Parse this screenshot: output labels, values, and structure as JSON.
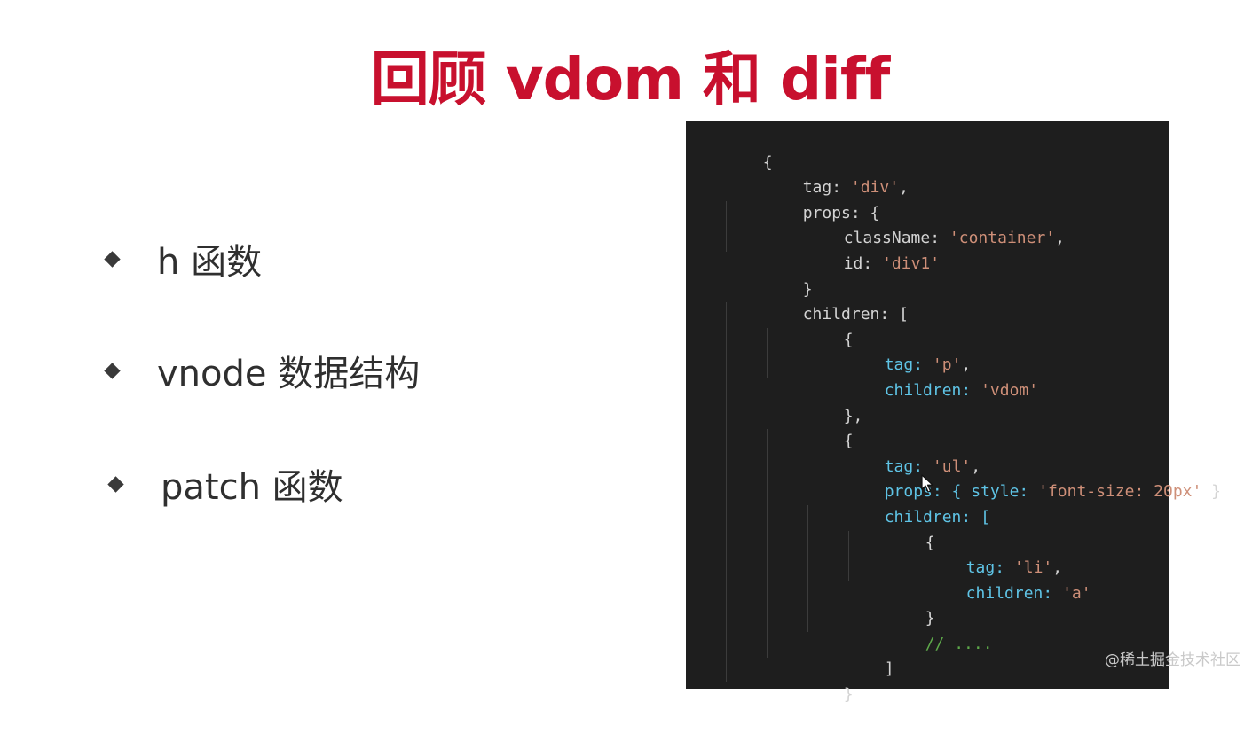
{
  "slide": {
    "title": "回顾 vdom 和 diff",
    "bullets": [
      {
        "text": "h 函数",
        "icon": "diamond-bullet-icon"
      },
      {
        "text": "vnode 数据结构",
        "icon": "diamond-bullet-icon"
      },
      {
        "text": "patch 函数",
        "icon": "diamond-bullet-icon"
      }
    ],
    "watermark": "@稀土掘金技术社区"
  },
  "code": {
    "lines": [
      [
        "{"
      ],
      [
        "tag: ",
        "'div'",
        ","
      ],
      [
        "props: {"
      ],
      [
        "className: ",
        "'container'",
        ","
      ],
      [
        "id: ",
        "'div1'"
      ],
      [
        "}"
      ],
      [
        "children: ["
      ],
      [
        "{"
      ],
      [
        "tag: ",
        "'p'",
        ","
      ],
      [
        "children: ",
        "'vdom'"
      ],
      [
        "},"
      ],
      [
        "{"
      ],
      [
        "tag: ",
        "'ul'",
        ","
      ],
      [
        "props: { ",
        "style: ",
        "'font-size: 20px'",
        " }"
      ],
      [
        "children: ["
      ],
      [
        "{"
      ],
      [
        "tag: ",
        "'li'",
        ","
      ],
      [
        "children: ",
        "'a'"
      ],
      [
        "}"
      ],
      [
        "// ...."
      ],
      [
        "]"
      ],
      [
        "}"
      ]
    ]
  },
  "colors": {
    "title": "#c8102e",
    "code_background": "#1e1e1e",
    "code_key": "#5fc4e6",
    "code_string": "#ce8f78",
    "code_comment": "#5da84a",
    "code_text": "#d4d4d4"
  }
}
